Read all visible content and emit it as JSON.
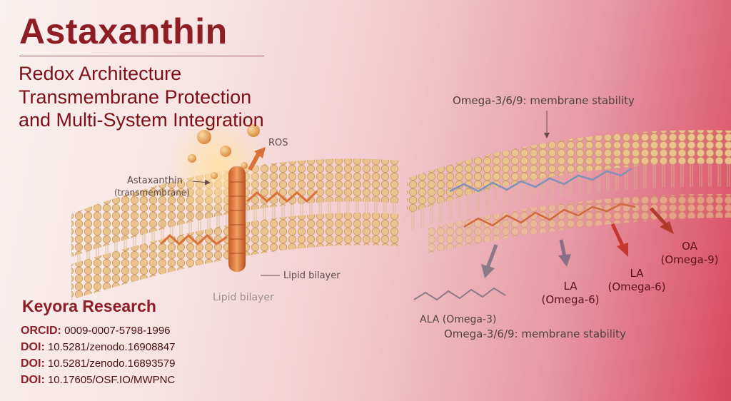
{
  "title": "Astaxanthin",
  "subtitle_lines": [
    "Redox Architecture",
    "Transmembrane Protection",
    "and Multi-System Integration"
  ],
  "left_diagram": {
    "ros_label": "ROS",
    "astaxanthin_label": "Astaxanthin",
    "transmembrane_label": "(transmembrane)",
    "lipid_bilayer_label": "Lipid bilayer",
    "lipid_bilayer_caption": "Lipid bilayer"
  },
  "right_diagram": {
    "top_label": "Omega-3/6/9: membrane stability",
    "bottom_label": "Omega-3/6/9: membrane stability",
    "ala_label": "ALA (Omega-3)",
    "la1_name": "LA",
    "la1_sub": "(Omega-6)",
    "la2_name": "LA",
    "la2_sub": "(Omega-6)",
    "oa_name": "OA",
    "oa_sub": "(Omega-9)"
  },
  "author": "Keyora Research",
  "identifiers": [
    {
      "key": "ORCID:",
      "value": "0009-0007-5798-1996"
    },
    {
      "key": "DOI:",
      "value": "10.5281/zenodo.16908847"
    },
    {
      "key": "DOI:",
      "value": "10.5281/zenodo.16893579"
    },
    {
      "key": "DOI:",
      "value": "10.17605/OSF.IO/MWPNC"
    }
  ],
  "colors": {
    "title": "#8e1d24",
    "accent_red": "#d9485e",
    "lipid_head": "#e8c08c",
    "astaxanthin_orange": "#d9713a",
    "arrow_red": "#c8372f",
    "arrow_grey": "#8a7a88"
  }
}
